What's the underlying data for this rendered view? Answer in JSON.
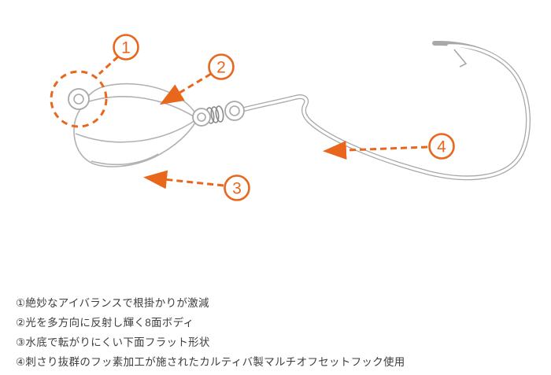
{
  "diagram": {
    "title": "jig-head-offset-hook-diagram",
    "accent_color": "#e8671d",
    "line_color": "#b2b2b2",
    "callouts": [
      {
        "number": "1"
      },
      {
        "number": "2"
      },
      {
        "number": "3"
      },
      {
        "number": "4"
      }
    ]
  },
  "features": [
    "①絶妙なアイバランスで根掛かりが激減",
    "②光を多方向に反射し輝く8面ボディ",
    "③水底で転がりにくい下面フラット形状",
    "④刺さり抜群のフッ素加工が施されたカルティバ製マルチオフセットフック使用"
  ]
}
